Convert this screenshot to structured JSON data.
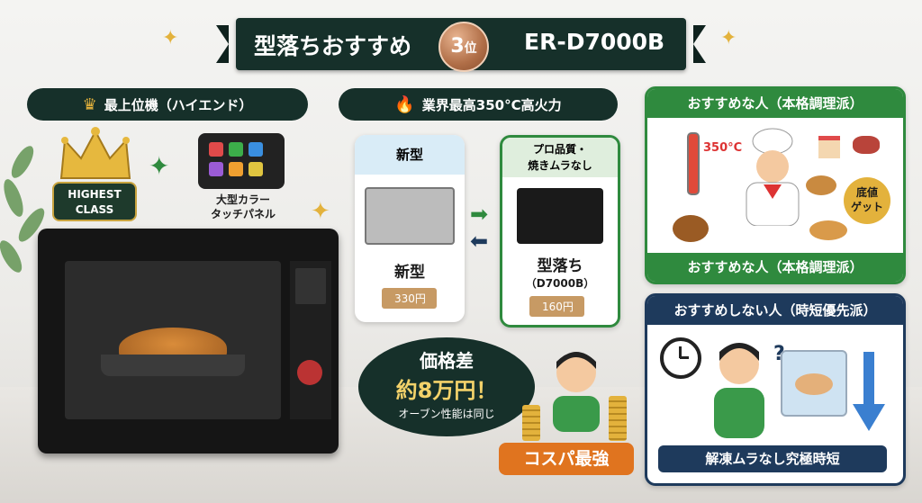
{
  "title": {
    "left": "型落ちおすすめ",
    "rank_num": "3",
    "rank_suffix": "位",
    "model": "ER-D7000B"
  },
  "left": {
    "pill": "最上位機（ハイエンド）",
    "badge_line1": "HIGHEST",
    "badge_line2": "CLASS",
    "touch_line1": "大型カラー",
    "touch_line2": "タッチパネル"
  },
  "middle": {
    "pill": "業界最高350°C高火力",
    "new_header": "新型",
    "new_label": "新型",
    "new_price": "330円",
    "old_header_line1": "プロ品質・",
    "old_header_line2": "焼きムラなし",
    "old_label": "型落ち",
    "old_model": "（D7000B）",
    "old_price": "160円",
    "bubble_line1": "価格差",
    "bubble_line2": "約8万円！",
    "bubble_line3": "オーブン性能は同じ",
    "cospa": "コスパ最強"
  },
  "right": {
    "rec_header": "おすすめな人（本格調理派）",
    "rec_temp": "350°C",
    "rec_badge_line1": "底値",
    "rec_badge_line2": "ゲット",
    "rec_footer": "おすすめな人（本格調理派）",
    "notrec_header": "おすすめしない人（時短優先派）",
    "notrec_footer": "解凍ムラなし究極時短"
  },
  "colors": {
    "dark_green": "#16302a",
    "green": "#2f8a3e",
    "navy": "#1e3a5c",
    "orange": "#e0741f",
    "gold": "#e3b23c"
  }
}
